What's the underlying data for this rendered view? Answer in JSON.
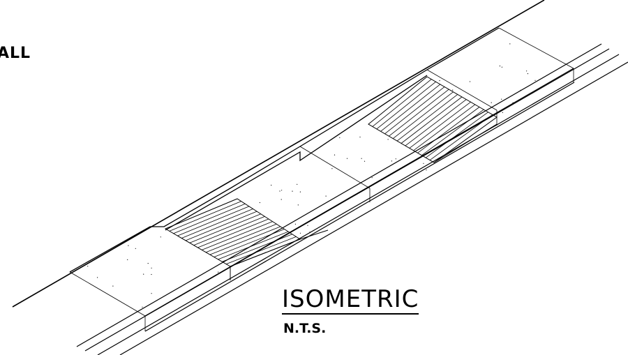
{
  "labels": {
    "partial": "ALL",
    "title": "ISOMETRIC",
    "scale": "N.T.S."
  },
  "colors": {
    "line": "#000000",
    "background": "#ffffff"
  }
}
